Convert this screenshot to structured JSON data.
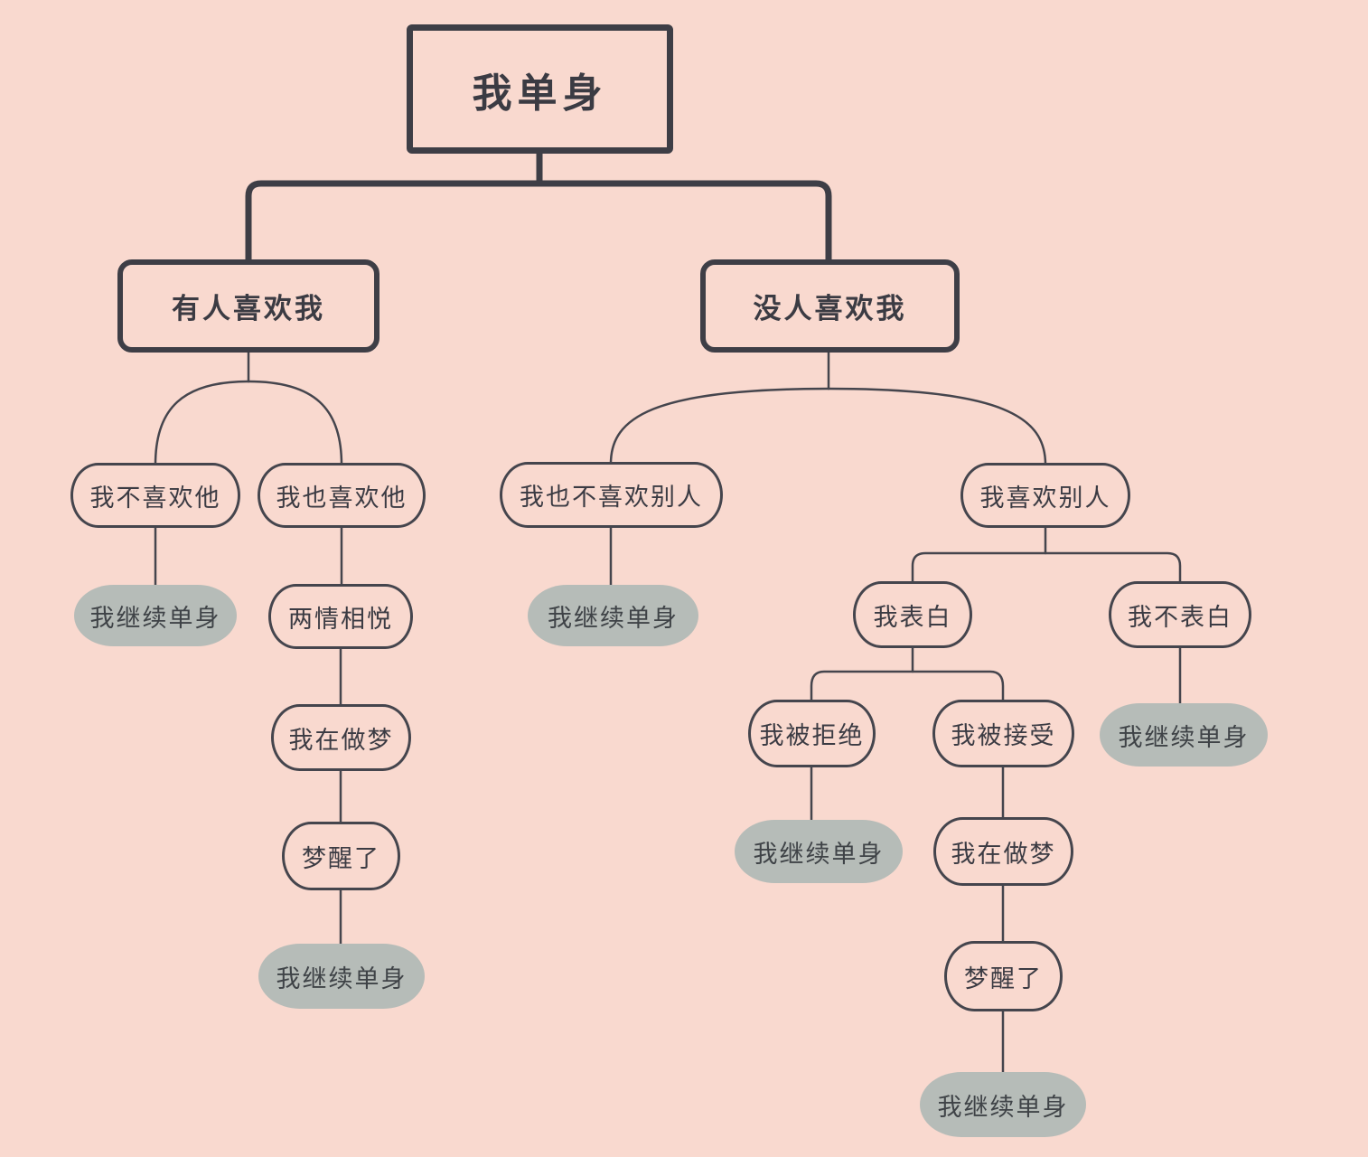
{
  "diagram": {
    "title": "我单身",
    "colors": {
      "background": "#f9d9cf",
      "outline": "#43434b",
      "text": "#3b3b43",
      "outcome_fill": "#b6bcb8"
    },
    "nodes": [
      {
        "id": "root",
        "type": "root",
        "label": "我单身"
      },
      {
        "id": "someone-likes-me",
        "type": "branch",
        "label": "有人喜欢我"
      },
      {
        "id": "nobody-likes-me",
        "type": "branch",
        "label": "没人喜欢我"
      },
      {
        "id": "i-dont-like-him",
        "type": "decision",
        "label": "我不喜欢他"
      },
      {
        "id": "i-also-like-him",
        "type": "decision",
        "label": "我也喜欢他"
      },
      {
        "id": "i-also-dont-like-others",
        "type": "decision",
        "label": "我也不喜欢别人"
      },
      {
        "id": "i-like-others",
        "type": "decision",
        "label": "我喜欢别人"
      },
      {
        "id": "stay-single-a",
        "type": "outcome",
        "label": "我继续单身"
      },
      {
        "id": "mutual-affection",
        "type": "decision",
        "label": "两情相悦"
      },
      {
        "id": "stay-single-c",
        "type": "outcome",
        "label": "我继续单身"
      },
      {
        "id": "i-confess",
        "type": "decision",
        "label": "我表白"
      },
      {
        "id": "i-dont-confess",
        "type": "decision",
        "label": "我不表白"
      },
      {
        "id": "dreaming-a",
        "type": "decision",
        "label": "我在做梦"
      },
      {
        "id": "rejected",
        "type": "decision",
        "label": "我被拒绝"
      },
      {
        "id": "accepted",
        "type": "decision",
        "label": "我被接受"
      },
      {
        "id": "stay-single-d",
        "type": "outcome",
        "label": "我继续单身"
      },
      {
        "id": "woke-up-a",
        "type": "decision",
        "label": "梦醒了"
      },
      {
        "id": "stay-single-e",
        "type": "outcome",
        "label": "我继续单身"
      },
      {
        "id": "dreaming-b",
        "type": "decision",
        "label": "我在做梦"
      },
      {
        "id": "stay-single-b",
        "type": "outcome",
        "label": "我继续单身"
      },
      {
        "id": "woke-up-b",
        "type": "decision",
        "label": "梦醒了"
      },
      {
        "id": "stay-single-f",
        "type": "outcome",
        "label": "我继续单身"
      }
    ],
    "edges": [
      [
        "root",
        "someone-likes-me"
      ],
      [
        "root",
        "nobody-likes-me"
      ],
      [
        "someone-likes-me",
        "i-dont-like-him"
      ],
      [
        "someone-likes-me",
        "i-also-like-him"
      ],
      [
        "i-dont-like-him",
        "stay-single-a"
      ],
      [
        "i-also-like-him",
        "mutual-affection"
      ],
      [
        "mutual-affection",
        "dreaming-a"
      ],
      [
        "dreaming-a",
        "woke-up-a"
      ],
      [
        "woke-up-a",
        "stay-single-b"
      ],
      [
        "nobody-likes-me",
        "i-also-dont-like-others"
      ],
      [
        "nobody-likes-me",
        "i-like-others"
      ],
      [
        "i-also-dont-like-others",
        "stay-single-c"
      ],
      [
        "i-like-others",
        "i-confess"
      ],
      [
        "i-like-others",
        "i-dont-confess"
      ],
      [
        "i-confess",
        "rejected"
      ],
      [
        "i-confess",
        "accepted"
      ],
      [
        "i-dont-confess",
        "stay-single-d"
      ],
      [
        "rejected",
        "stay-single-e"
      ],
      [
        "accepted",
        "dreaming-b"
      ],
      [
        "dreaming-b",
        "woke-up-b"
      ],
      [
        "woke-up-b",
        "stay-single-f"
      ]
    ]
  }
}
